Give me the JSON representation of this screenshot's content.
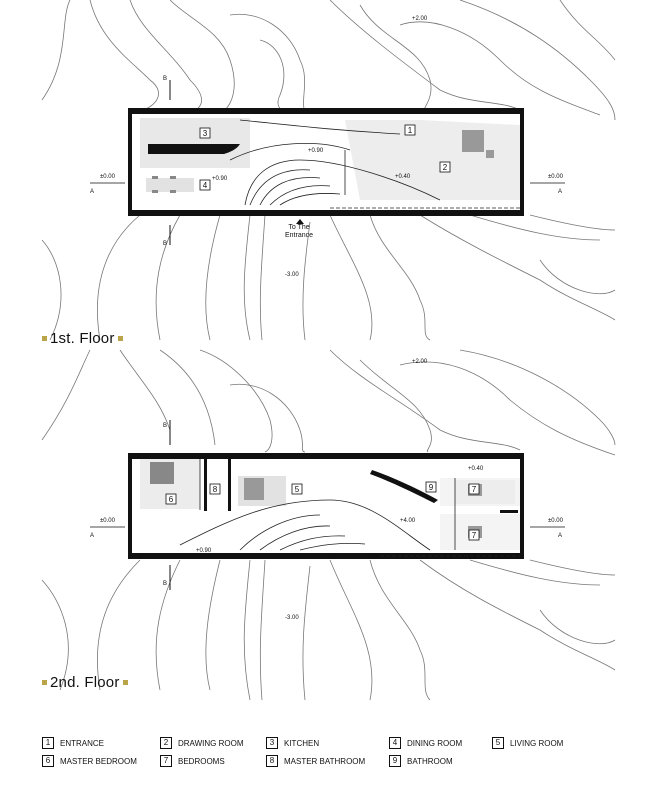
{
  "floors": [
    {
      "title": "1st. Floor",
      "levels": [
        "+2.00",
        "±0.00",
        "±0.00",
        "+0.90",
        "+0.90",
        "+0.40",
        "-3.00"
      ],
      "rooms": [
        "3",
        "1",
        "2",
        "4"
      ],
      "entrance": "To The Entrance"
    },
    {
      "title": "2nd. Floor",
      "levels": [
        "+2.00",
        "±0.00",
        "±0.00",
        "+0.40",
        "+4.00",
        "+0.90",
        "-3.00"
      ],
      "rooms": [
        "6",
        "8",
        "5",
        "9",
        "7",
        "7"
      ]
    }
  ],
  "section_marks": [
    "B",
    "B",
    "A",
    "A"
  ],
  "legend": [
    {
      "num": "1",
      "label": "ENTRANCE"
    },
    {
      "num": "2",
      "label": "DRAWING ROOM"
    },
    {
      "num": "3",
      "label": "KITCHEN"
    },
    {
      "num": "4",
      "label": "DINING ROOM"
    },
    {
      "num": "5",
      "label": "LIVING ROOM"
    },
    {
      "num": "6",
      "label": "MASTER BEDROOM"
    },
    {
      "num": "7",
      "label": "BEDROOMS"
    },
    {
      "num": "8",
      "label": "MASTER BATHROOM"
    },
    {
      "num": "9",
      "label": "BATHROOM"
    }
  ],
  "colors": {
    "accent": "#b9a44a",
    "wall": "#111111",
    "contour": "#777777"
  }
}
